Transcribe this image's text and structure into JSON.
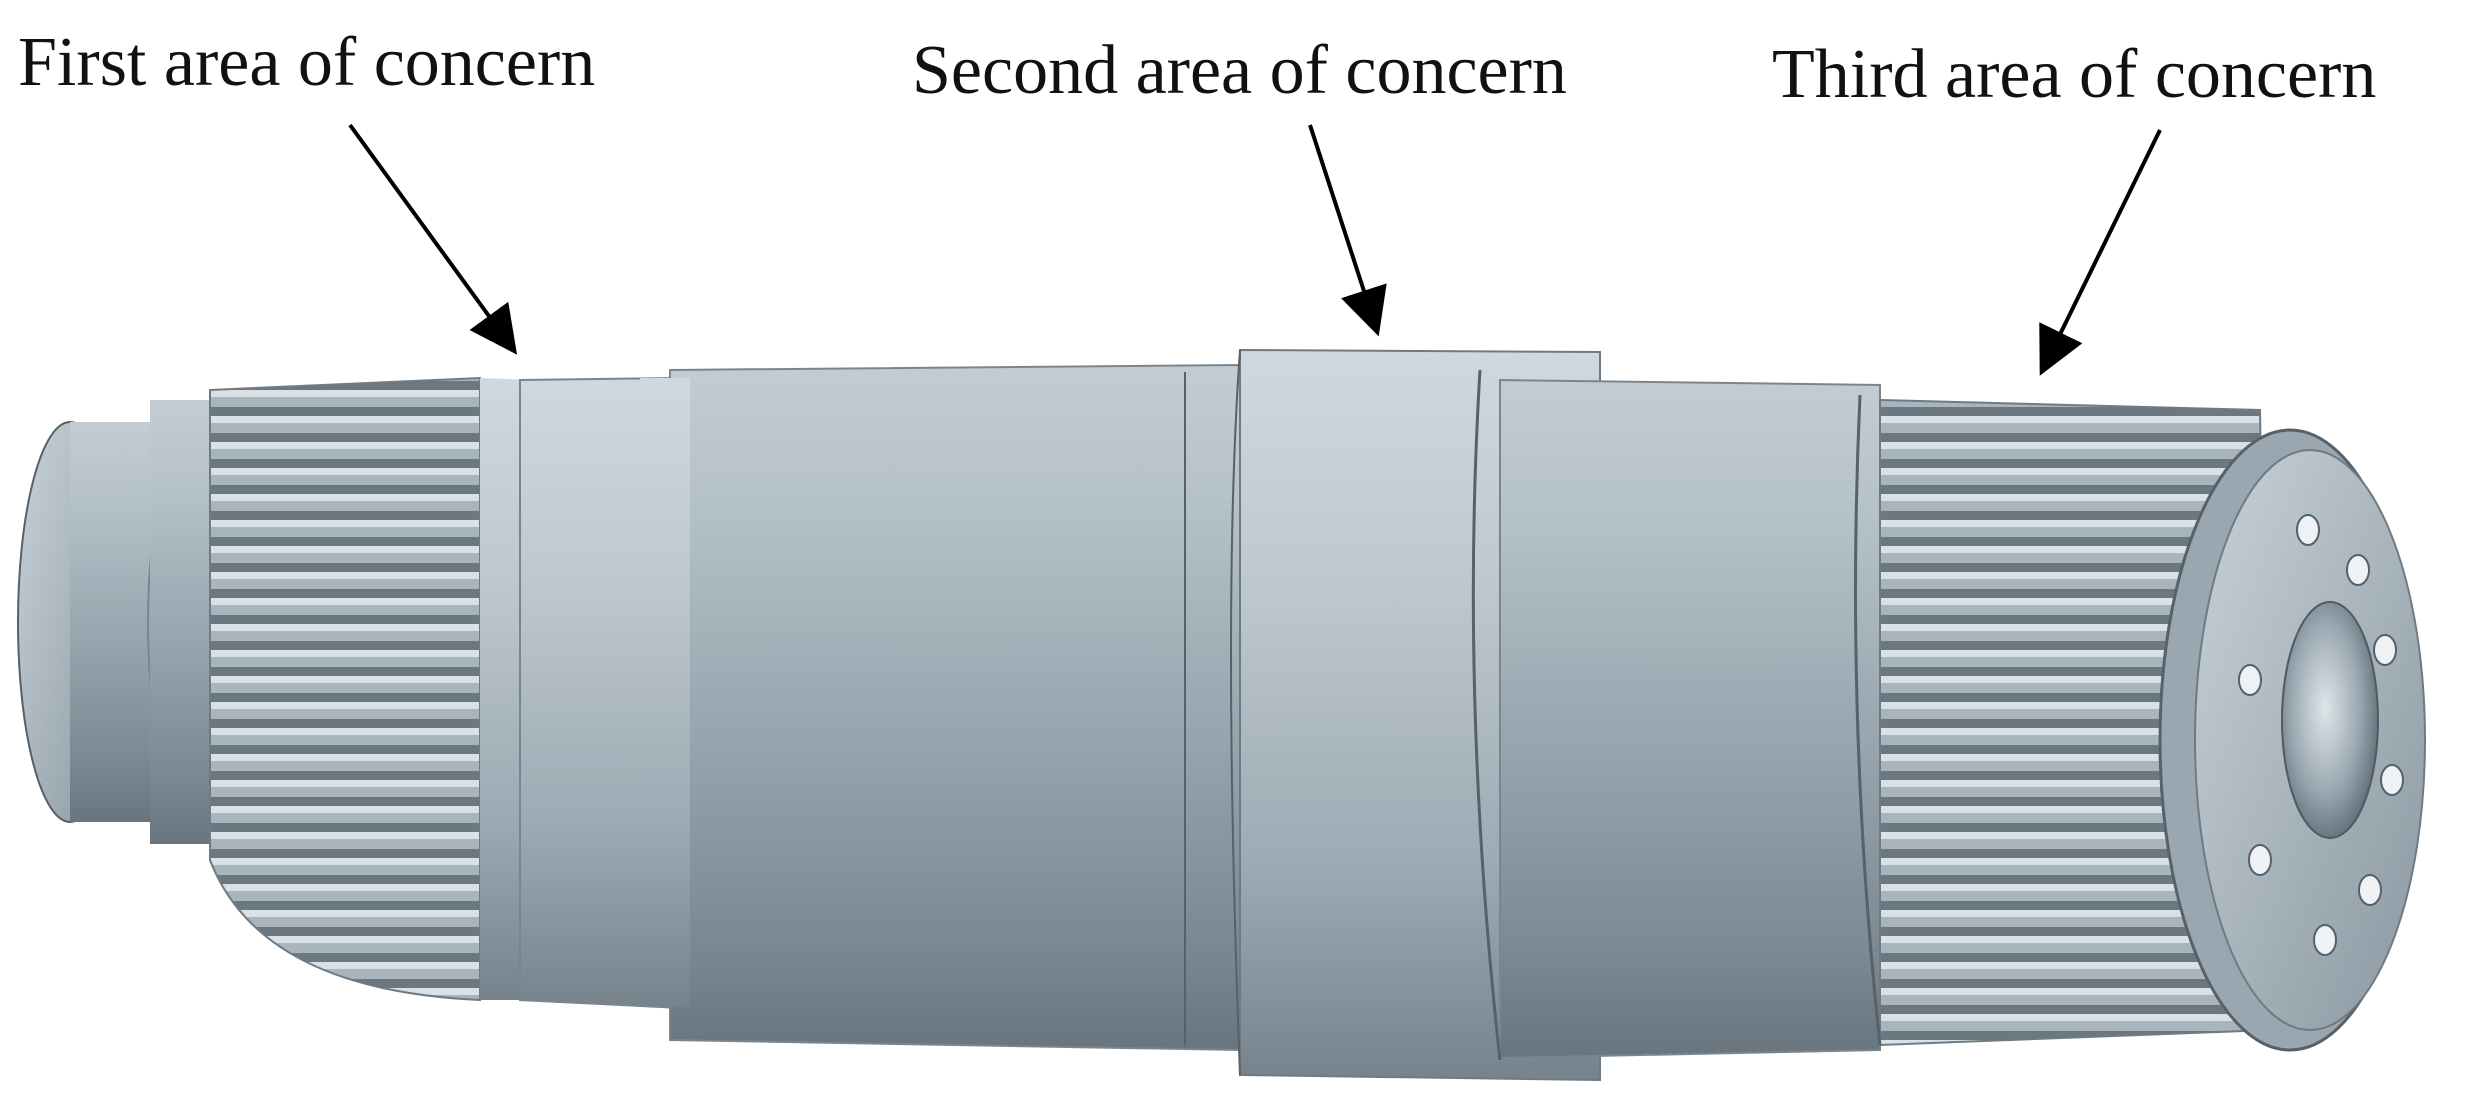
{
  "labels": {
    "first": "First area of concern",
    "second": "Second area of concern",
    "third": "Third area of concern"
  },
  "icons": {
    "shaft": "splined-shaft-icon",
    "arrow": "arrow-pointer-icon"
  },
  "colors": {
    "shaft_light": "#c9d4db",
    "shaft_mid": "#a7b4bd",
    "shaft_dark": "#6e7b84",
    "edge": "#56616a",
    "background": "#ffffff",
    "text": "#111111"
  }
}
